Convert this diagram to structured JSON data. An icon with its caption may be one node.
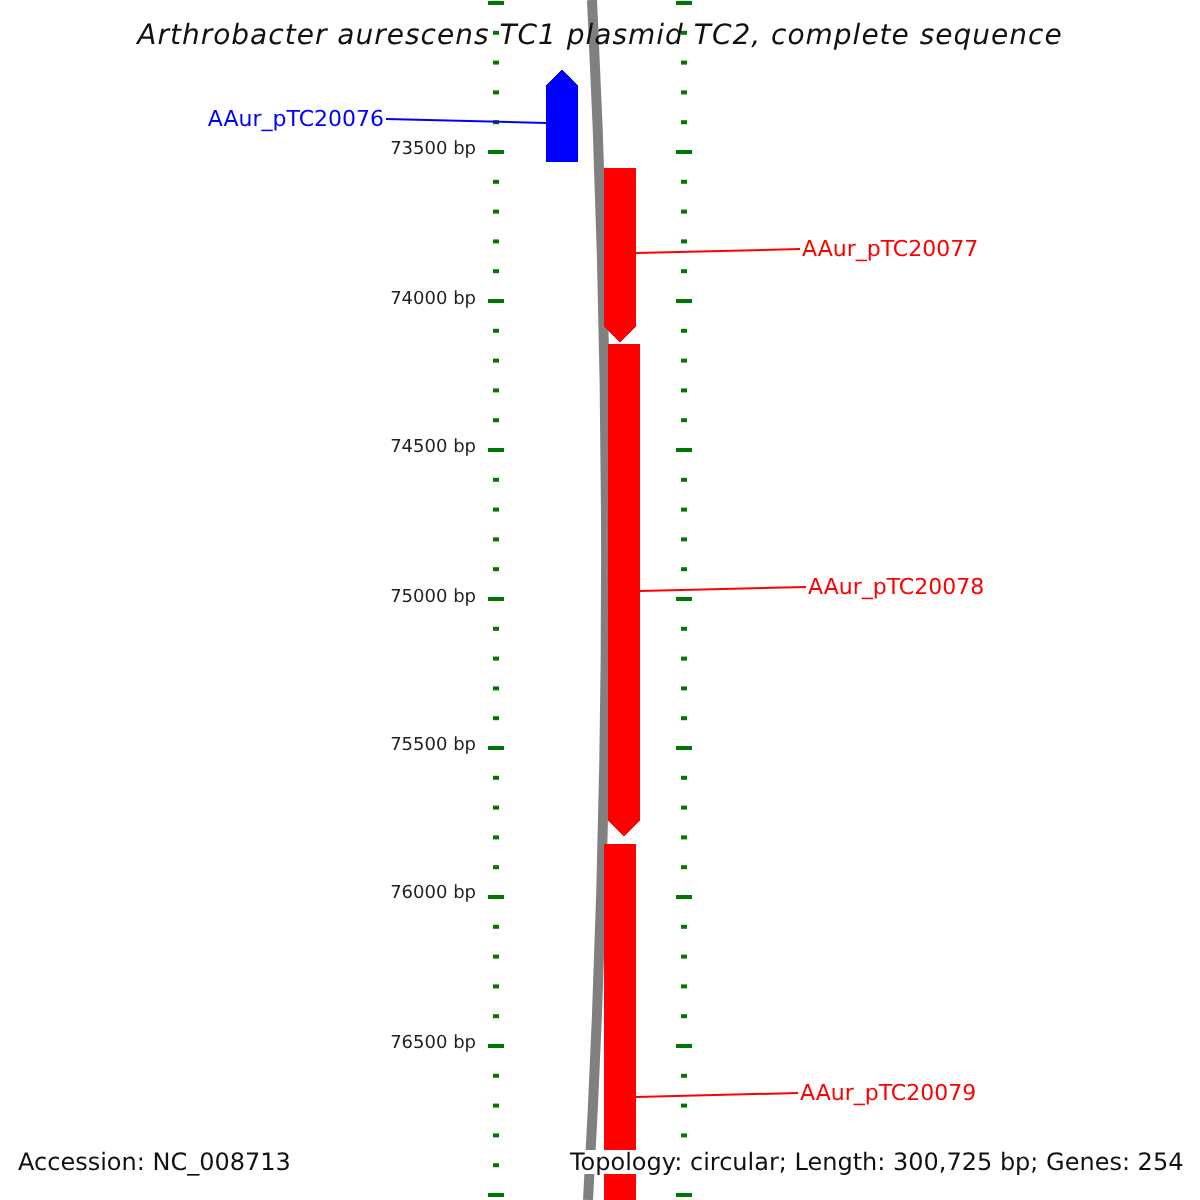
{
  "diagram": {
    "title": "Arthrobacter aurescens TC1 plasmid TC2, complete sequence",
    "nodes": [
      {
        "text": [
          "AAur_pTC20076"
        ]
      },
      {
        "text": [],
        "shape": "bar"
      },
      {
        "text": [
          "AAur_pTC20077"
        ]
      },
      {
        "text": [],
        "shape": "bar"
      },
      {
        "text": [
          "AAur_pTC20078"
        ]
      },
      {
        "text": [],
        "shape": "bar"
      },
      {
        "text": [
          "AAur_pTC20079"
        ]
      },
      {
        "text": [],
        "shape": "bar"
      }
    ],
    "edges": [
      {
        "from": 0,
        "to": 1,
        "arrow": "none",
        "color": "#0000ff"
      },
      {
        "from": 2,
        "to": 3,
        "arrow": "none"
      },
      {
        "from": 4,
        "to": 5,
        "arrow": "none"
      },
      {
        "from": 6,
        "to": 7,
        "arrow": "none"
      }
    ],
    "labels": [
      "73500 bp",
      "74000 bp",
      "74500 bp",
      "75000 bp",
      "75500 bp",
      "76000 bp",
      "76500 bp",
      "Accession: NC_008713",
      "Topology: circular; Length: 300,725 bp; Genes: 254"
    ]
  }
}
